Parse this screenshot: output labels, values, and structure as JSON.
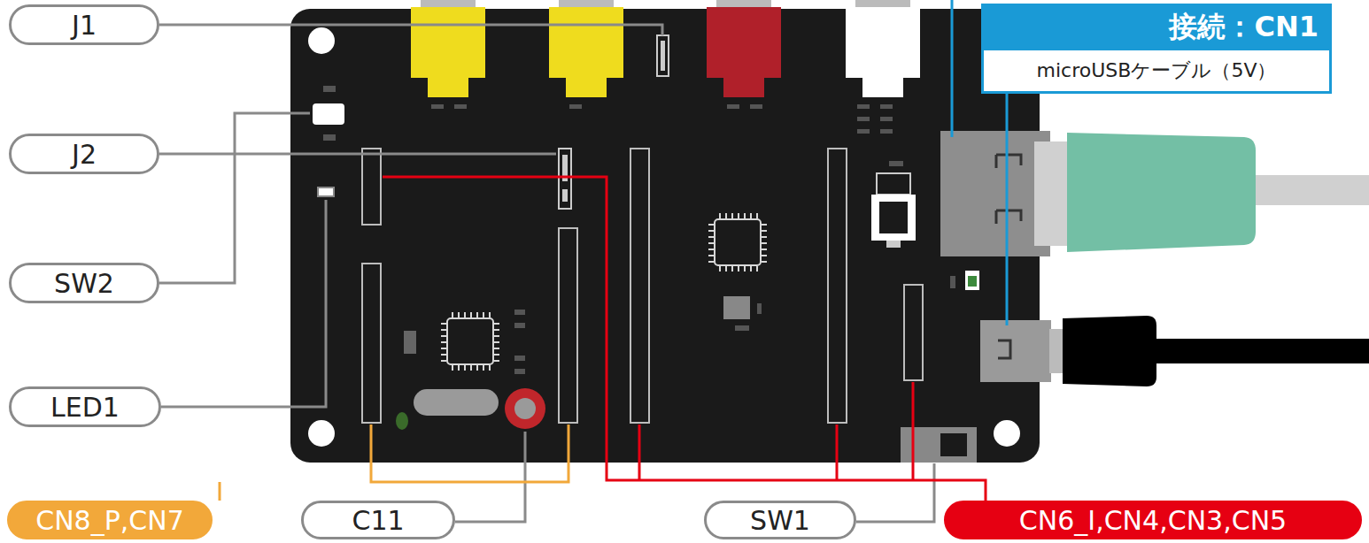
{
  "diagram": {
    "nodes": [
      {
        "text": [
          "J1"
        ]
      },
      {
        "text": [
          "J2"
        ]
      },
      {
        "text": [
          "SW2"
        ]
      },
      {
        "text": [
          "LED1"
        ]
      },
      {
        "text": [
          "CN8_P,CN7"
        ]
      },
      {
        "text": [
          "C11"
        ]
      },
      {
        "text": [
          "SW1"
        ]
      },
      {
        "text": [
          "CN6_I,CN4,CN3,CN5"
        ]
      },
      {
        "text": [
          "接続：CN1",
          "microUSBケーブル（5V）"
        ]
      }
    ],
    "edges": []
  }
}
